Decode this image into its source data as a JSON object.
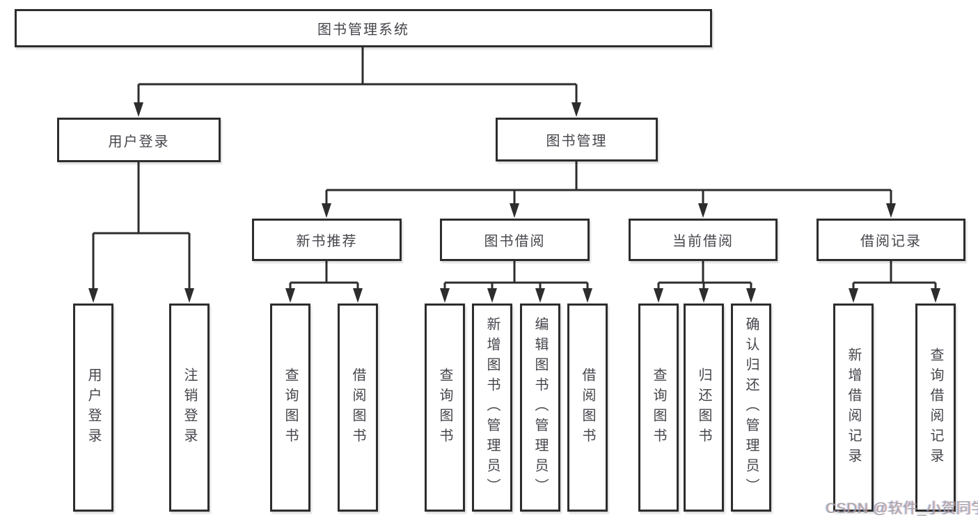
{
  "diagram_type": "hierarchy-tree",
  "tree": {
    "label": "图书管理系统",
    "children": [
      {
        "label": "用户登录",
        "children": [
          {
            "label": "用户登录"
          },
          {
            "label": "注销登录"
          }
        ]
      },
      {
        "label": "图书管理",
        "children": [
          {
            "label": "新书推荐",
            "children": [
              {
                "label": "查询图书"
              },
              {
                "label": "借阅图书"
              }
            ]
          },
          {
            "label": "图书借阅",
            "children": [
              {
                "label": "查询图书"
              },
              {
                "label": "新增图书（管理员）"
              },
              {
                "label": "编辑图书（管理员）"
              },
              {
                "label": "借阅图书"
              }
            ]
          },
          {
            "label": "当前借阅",
            "children": [
              {
                "label": "查询图书"
              },
              {
                "label": "归还图书"
              },
              {
                "label": "确认归还（管理员）"
              }
            ]
          },
          {
            "label": "借阅记录",
            "children": [
              {
                "label": "新增借阅记录"
              },
              {
                "label": "查询借阅记录"
              }
            ]
          }
        ]
      }
    ]
  },
  "watermark": "CSDN @软件_小贺同学",
  "colors": {
    "line": "#2d2d2d",
    "box_border": "#2d2d2d",
    "box_fill": "#ffffff",
    "text": "#45454c",
    "background": "#ffffff",
    "watermark": "#9ea0a6"
  }
}
